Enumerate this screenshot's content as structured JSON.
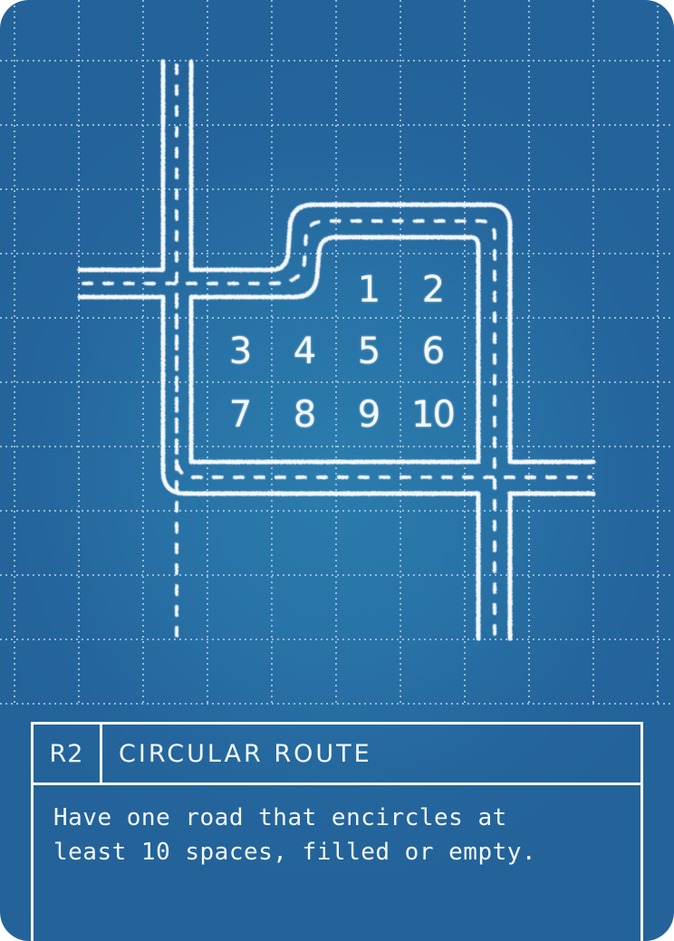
{
  "card": {
    "code": "R2",
    "title": "CIRCULAR ROUTE",
    "description_lines": [
      "Have one road that encircles at",
      "least 10 spaces, filled or empty."
    ],
    "colors": {
      "background_center": "#2b7cad",
      "background_edge": "#23639a",
      "chalk": "#f4f8fc",
      "grid": "#9fc3e0"
    }
  },
  "illustration": {
    "type": "blueprint-grid-with-roads",
    "spaces": [
      {
        "label": "1",
        "col": 5,
        "row": 3
      },
      {
        "label": "2",
        "col": 6,
        "row": 3
      },
      {
        "label": "3",
        "col": 3,
        "row": 4
      },
      {
        "label": "4",
        "col": 4,
        "row": 4
      },
      {
        "label": "5",
        "col": 5,
        "row": 4
      },
      {
        "label": "6",
        "col": 6,
        "row": 4
      },
      {
        "label": "7",
        "col": 3,
        "row": 5
      },
      {
        "label": "8",
        "col": 4,
        "row": 5
      },
      {
        "label": "9",
        "col": 5,
        "row": 5
      },
      {
        "label": "10",
        "col": 6,
        "row": 5
      }
    ]
  }
}
